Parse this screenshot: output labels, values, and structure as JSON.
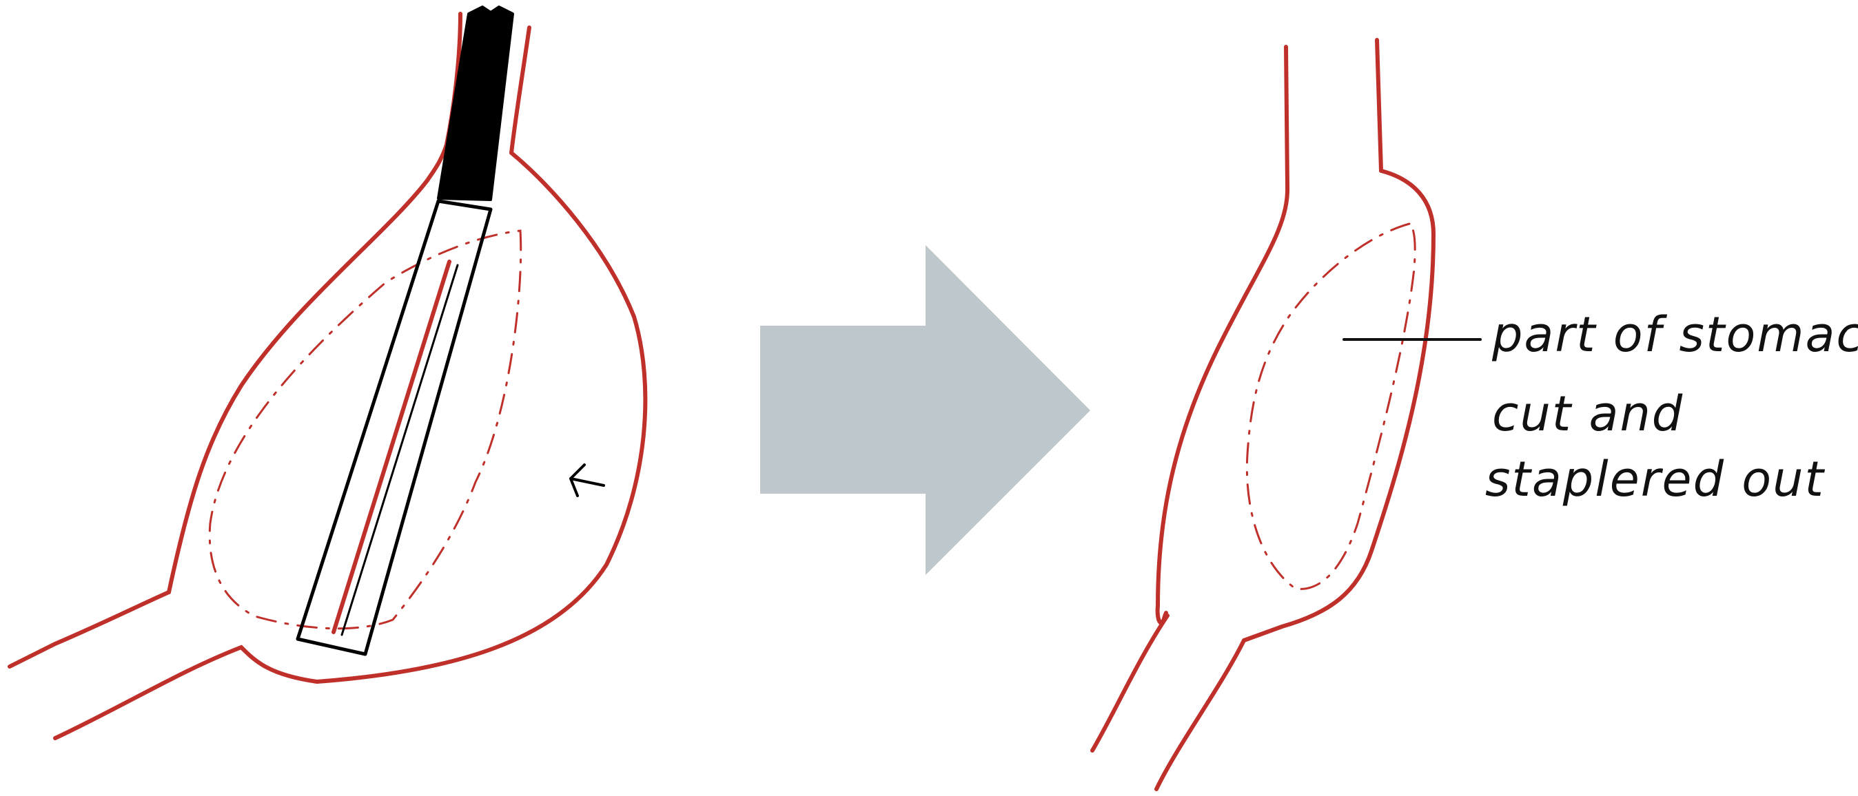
{
  "annotation": {
    "line1": "part of stomach",
    "line2": "cut and",
    "line3": "staplered out"
  },
  "colors": {
    "stomach_outline": "#c0302a",
    "instrument": "#000000",
    "arrow_fill": "#bec8cc",
    "background": "#ffffff",
    "annotation_text": "#111111"
  },
  "icons": {
    "left_panel": "stomach-with-bougie-and-stapler-icon",
    "transition": "right-arrow-icon",
    "right_panel": "sleeve-stomach-icon"
  }
}
